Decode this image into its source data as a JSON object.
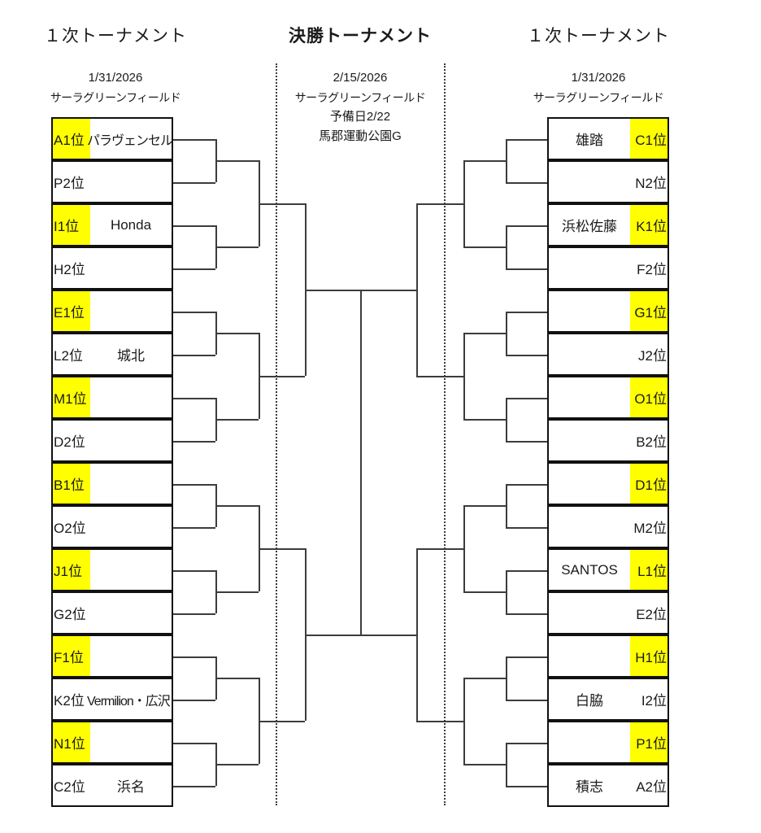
{
  "headers": {
    "left": {
      "title": "１次トーナメント",
      "date": "1/31/2026",
      "venue": "サーラグリーンフィールド"
    },
    "center": {
      "title": "決勝トーナメント",
      "date": "2/15/2026",
      "venue": "サーラグリーンフィールド",
      "reserve": "予備日2/22",
      "reserve_venue": "馬郡運動公園G"
    },
    "right": {
      "title": "１次トーナメント",
      "date": "1/31/2026",
      "venue": "サーラグリーンフィールド"
    }
  },
  "colors": {
    "highlight": "#ffff00",
    "line": "#3c3c3c",
    "border": "#111111",
    "text": "#1a1a1a"
  },
  "left_bracket": {
    "slots": [
      {
        "code": "A1位",
        "name": "パラヴェンセル",
        "highlight": true,
        "overflow": true
      },
      {
        "code": "P2位",
        "name": "",
        "highlight": false,
        "overflow": false
      },
      {
        "code": "I1位",
        "name": "Honda",
        "highlight": true,
        "overflow": false
      },
      {
        "code": "H2位",
        "name": "",
        "highlight": false,
        "overflow": false
      },
      {
        "code": "E1位",
        "name": "",
        "highlight": true,
        "overflow": false
      },
      {
        "code": "L2位",
        "name": "城北",
        "highlight": false,
        "overflow": false
      },
      {
        "code": "M1位",
        "name": "",
        "highlight": true,
        "overflow": false
      },
      {
        "code": "D2位",
        "name": "",
        "highlight": false,
        "overflow": false
      },
      {
        "code": "B1位",
        "name": "",
        "highlight": true,
        "overflow": false
      },
      {
        "code": "O2位",
        "name": "",
        "highlight": false,
        "overflow": false
      },
      {
        "code": "J1位",
        "name": "",
        "highlight": true,
        "overflow": false
      },
      {
        "code": "G2位",
        "name": "",
        "highlight": false,
        "overflow": false
      },
      {
        "code": "F1位",
        "name": "",
        "highlight": true,
        "overflow": false
      },
      {
        "code": "K2位",
        "name": "Vermilion・広沢",
        "highlight": false,
        "overflow": true
      },
      {
        "code": "N1位",
        "name": "",
        "highlight": true,
        "overflow": false
      },
      {
        "code": "C2位",
        "name": "浜名",
        "highlight": false,
        "overflow": false
      }
    ]
  },
  "right_bracket": {
    "slots": [
      {
        "code": "C1位",
        "name": "雄踏",
        "highlight": true,
        "overflow": false
      },
      {
        "code": "N2位",
        "name": "",
        "highlight": false,
        "overflow": false
      },
      {
        "code": "K1位",
        "name": "浜松佐藤",
        "highlight": true,
        "overflow": false
      },
      {
        "code": "F2位",
        "name": "",
        "highlight": false,
        "overflow": false
      },
      {
        "code": "G1位",
        "name": "",
        "highlight": true,
        "overflow": false
      },
      {
        "code": "J2位",
        "name": "",
        "highlight": false,
        "overflow": false
      },
      {
        "code": "O1位",
        "name": "",
        "highlight": true,
        "overflow": false
      },
      {
        "code": "B2位",
        "name": "",
        "highlight": false,
        "overflow": false
      },
      {
        "code": "D1位",
        "name": "",
        "highlight": true,
        "overflow": false
      },
      {
        "code": "M2位",
        "name": "",
        "highlight": false,
        "overflow": false
      },
      {
        "code": "L1位",
        "name": "SANTOS",
        "highlight": true,
        "overflow": false
      },
      {
        "code": "E2位",
        "name": "",
        "highlight": false,
        "overflow": false
      },
      {
        "code": "H1位",
        "name": "",
        "highlight": true,
        "overflow": false
      },
      {
        "code": "I2位",
        "name": "白脇",
        "highlight": false,
        "overflow": false
      },
      {
        "code": "P1位",
        "name": "",
        "highlight": true,
        "overflow": false
      },
      {
        "code": "A2位",
        "name": "積志",
        "highlight": false,
        "overflow": false
      }
    ]
  }
}
